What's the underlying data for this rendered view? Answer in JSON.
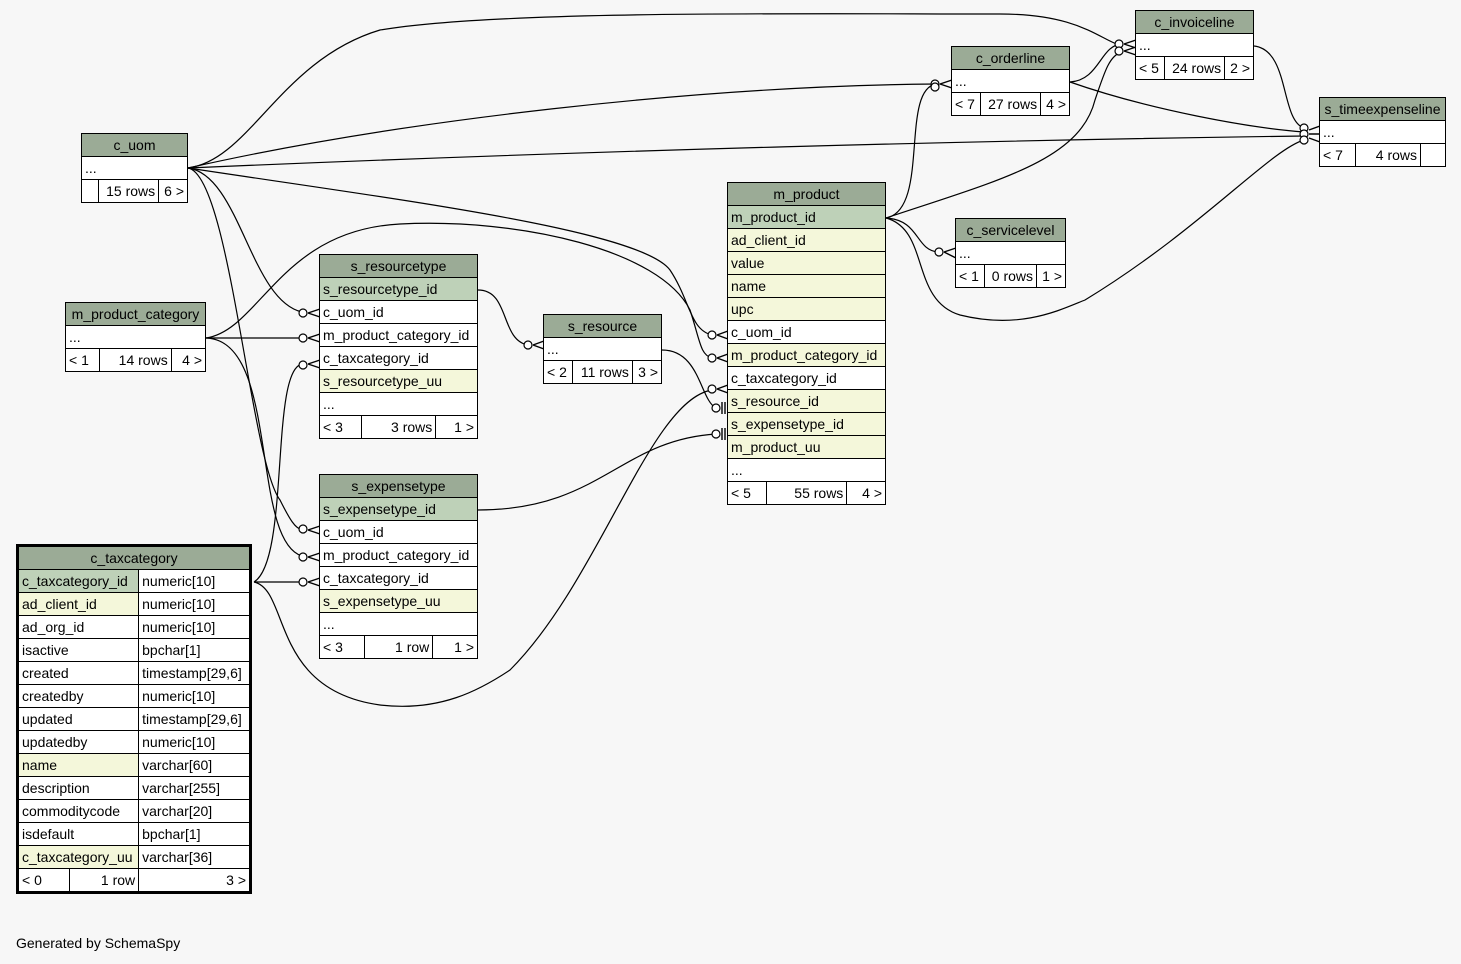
{
  "footer": "Generated by SchemaSpy",
  "tables": {
    "c_uom": {
      "name": "c_uom",
      "cols": [
        "..."
      ],
      "foot": {
        "left": "",
        "rows": "15 rows",
        "right": "6 >"
      }
    },
    "m_product_category": {
      "name": "m_product_category",
      "cols": [
        "..."
      ],
      "foot": {
        "left": "< 1",
        "rows": "14 rows",
        "right": "4 >"
      }
    },
    "s_resourcetype": {
      "name": "s_resourcetype",
      "cols": [
        "s_resourcetype_id",
        "c_uom_id",
        "m_product_category_id",
        "c_taxcategory_id",
        "s_resourcetype_uu",
        "..."
      ],
      "foot": {
        "left": "< 3",
        "rows": "3 rows",
        "right": "1 >"
      }
    },
    "s_resource": {
      "name": "s_resource",
      "cols": [
        "..."
      ],
      "foot": {
        "left": "< 2",
        "rows": "11 rows",
        "right": "3 >"
      }
    },
    "s_expensetype": {
      "name": "s_expensetype",
      "cols": [
        "s_expensetype_id",
        "c_uom_id",
        "m_product_category_id",
        "c_taxcategory_id",
        "s_expensetype_uu",
        "..."
      ],
      "foot": {
        "left": "< 3",
        "rows": "1 row",
        "right": "1 >"
      }
    },
    "m_product": {
      "name": "m_product",
      "cols": [
        "m_product_id",
        "ad_client_id",
        "value",
        "name",
        "upc",
        "c_uom_id",
        "m_product_category_id",
        "c_taxcategory_id",
        "s_resource_id",
        "s_expensetype_id",
        "m_product_uu",
        "..."
      ],
      "foot": {
        "left": "< 5",
        "rows": "55 rows",
        "right": "4 >"
      }
    },
    "c_orderline": {
      "name": "c_orderline",
      "cols": [
        "..."
      ],
      "foot": {
        "left": "< 7",
        "rows": "27 rows",
        "right": "4 >"
      }
    },
    "c_invoiceline": {
      "name": "c_invoiceline",
      "cols": [
        "..."
      ],
      "foot": {
        "left": "< 5",
        "rows": "24 rows",
        "right": "2 >"
      }
    },
    "c_servicelevel": {
      "name": "c_servicelevel",
      "cols": [
        "..."
      ],
      "foot": {
        "left": "< 1",
        "rows": "0 rows",
        "right": "1 >"
      }
    },
    "s_timeexpenseline": {
      "name": "s_timeexpenseline",
      "cols": [
        "..."
      ],
      "foot": {
        "left": "< 7",
        "rows": "4 rows",
        "right": ""
      }
    },
    "c_taxcategory": {
      "name": "c_taxcategory",
      "cols": [
        {
          "name": "c_taxcategory_id",
          "type": "numeric[10]"
        },
        {
          "name": "ad_client_id",
          "type": "numeric[10]"
        },
        {
          "name": "ad_org_id",
          "type": "numeric[10]"
        },
        {
          "name": "isactive",
          "type": "bpchar[1]"
        },
        {
          "name": "created",
          "type": "timestamp[29,6]"
        },
        {
          "name": "createdby",
          "type": "numeric[10]"
        },
        {
          "name": "updated",
          "type": "timestamp[29,6]"
        },
        {
          "name": "updatedby",
          "type": "numeric[10]"
        },
        {
          "name": "name",
          "type": "varchar[60]"
        },
        {
          "name": "description",
          "type": "varchar[255]"
        },
        {
          "name": "commoditycode",
          "type": "varchar[20]"
        },
        {
          "name": "isdefault",
          "type": "bpchar[1]"
        },
        {
          "name": "c_taxcategory_uu",
          "type": "varchar[36]"
        }
      ],
      "foot": {
        "left": "< 0",
        "rows": "1 row",
        "right": "3 >"
      }
    }
  }
}
